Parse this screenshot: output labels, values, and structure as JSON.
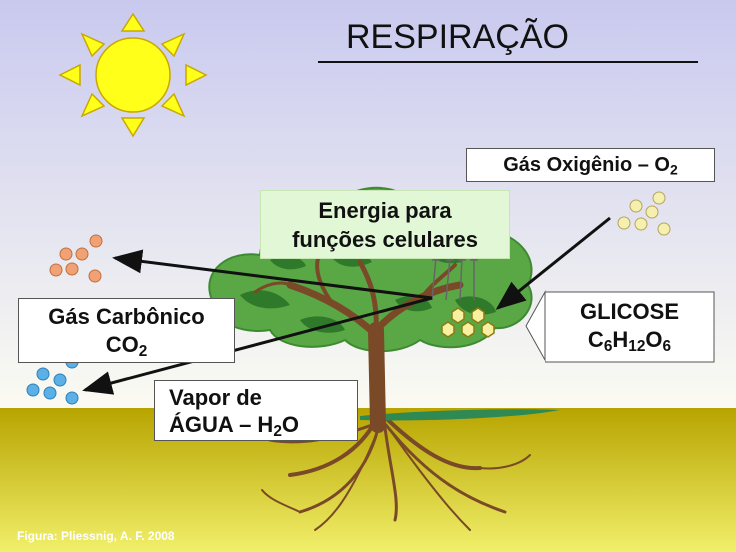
{
  "title": "RESPIRAÇÃO",
  "labels": {
    "oxygen": {
      "text": "Gás Oxigênio – O",
      "sub": "2"
    },
    "energy_line1": "Energia para",
    "energy_line2": "funções celulares",
    "glucose_line1": "GLICOSE",
    "glucose_formula": [
      {
        "t": "C",
        "s": "6"
      },
      {
        "t": "H",
        "s": "12"
      },
      {
        "t": "O",
        "s": "6"
      }
    ],
    "co2_line1": "Gás Carbônico",
    "co2_line2": {
      "text": "CO",
      "sub": "2"
    },
    "water_line1": "Vapor de",
    "water_line2": {
      "text": "ÁGUA – H",
      "sub": "2",
      "tail": "O"
    }
  },
  "credit": "Figura: Pliessnig, A. F. 2008",
  "colors": {
    "sky_top": "#c9c9ef",
    "sky_bottom": "#fbfbf2",
    "ground_top": "#b7a400",
    "ground_bottom": "#f1ef6a",
    "sun": "#ffff1a",
    "foliage": "#5aa845",
    "foliage_dark": "#2f7a2a",
    "trunk": "#7a4a28",
    "energy_box": "#e2f7d6",
    "co2_dots": "#f0a276",
    "water_dots": "#5bb1e6",
    "oxygen_dots": "#f5efb0",
    "glucose_hex": "#f6f0a0"
  }
}
